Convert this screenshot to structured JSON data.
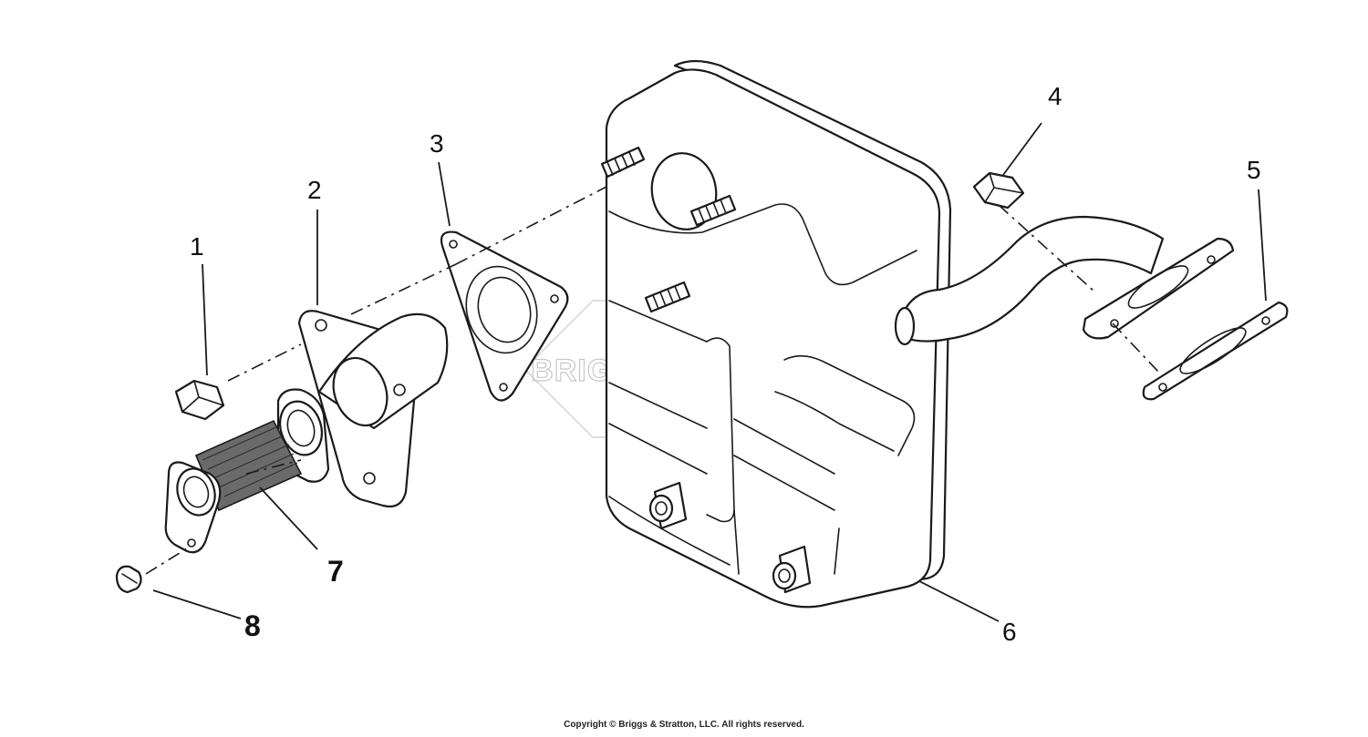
{
  "callouts": [
    {
      "id": "1",
      "text": "1"
    },
    {
      "id": "2",
      "text": "2"
    },
    {
      "id": "3",
      "text": "3"
    },
    {
      "id": "4",
      "text": "4"
    },
    {
      "id": "5",
      "text": "5"
    },
    {
      "id": "6",
      "text": "6"
    },
    {
      "id": "7",
      "text": "7"
    },
    {
      "id": "8",
      "text": "8"
    }
  ],
  "watermark": {
    "text": "BRIGGS&STRATTON",
    "mark": "®"
  },
  "copyright": "Copyright © Briggs & Stratton, LLC. All rights reserved.",
  "colors": {
    "line": "#1a1a1a",
    "watermark": "#c8c8c8",
    "background": "#ffffff"
  }
}
